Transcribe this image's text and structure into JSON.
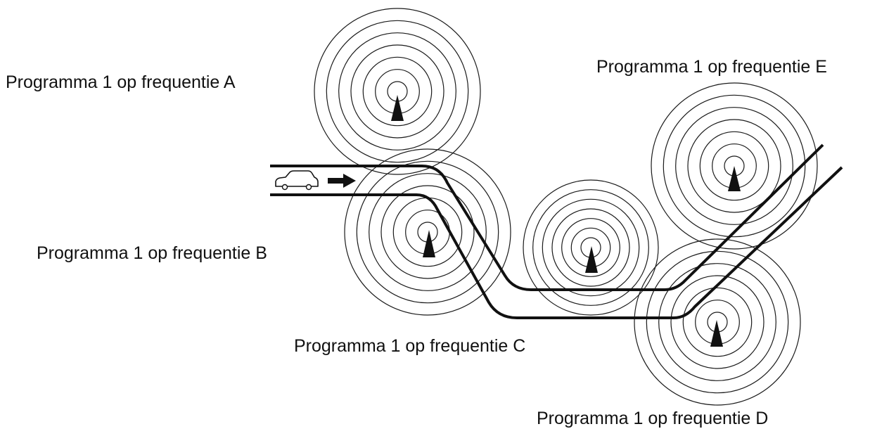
{
  "transmitters": [
    {
      "id": "A",
      "label": "Programma 1 op frequentie A"
    },
    {
      "id": "B",
      "label": "Programma 1 op frequentie B"
    },
    {
      "id": "C",
      "label": "Programma 1 op frequentie C"
    },
    {
      "id": "D",
      "label": "Programma 1 op frequentie D"
    },
    {
      "id": "E",
      "label": "Programma 1 op frequentie E"
    }
  ],
  "icons": {
    "vehicle": "car-icon",
    "direction": "arrow-right-icon",
    "antenna": "transmitter-mast-icon"
  },
  "colors": {
    "ink": "#111111",
    "background": "#ffffff"
  }
}
